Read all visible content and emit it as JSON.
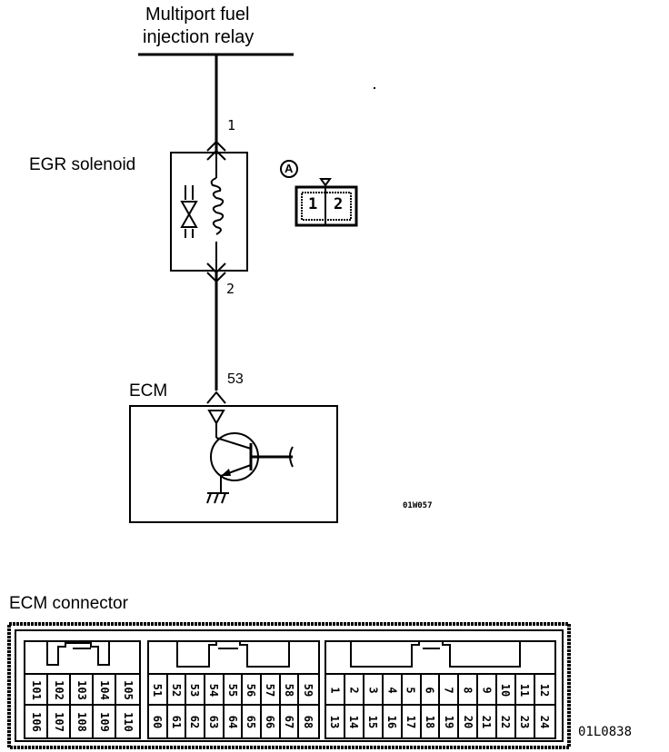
{
  "diagram": {
    "relay_label_line1": "Multiport fuel",
    "relay_label_line2": "injection relay",
    "solenoid_label": "EGR solenoid",
    "solenoid_pin_top": "1",
    "solenoid_pin_bottom": "2",
    "connector_a_marker": "A",
    "connector_a_pins": [
      "1",
      "2"
    ],
    "ecm_label": "ECM",
    "ecm_pin": "53",
    "figure_code": "01W057",
    "ecm_connector_label": "ECM connector",
    "ecm_connector_figure_code": "01L0838",
    "ecm_connector_blocks": [
      {
        "top": [
          "101",
          "102",
          "103",
          "104",
          "105"
        ],
        "bottom": [
          "106",
          "107",
          "108",
          "109",
          "110"
        ]
      },
      {
        "top": [
          "51",
          "52",
          "53",
          "54",
          "55",
          "56",
          "57",
          "58",
          "59"
        ],
        "bottom": [
          "60",
          "61",
          "62",
          "63",
          "64",
          "65",
          "66",
          "67",
          "68"
        ]
      },
      {
        "top": [
          "1",
          "2",
          "3",
          "4",
          "5",
          "6",
          "7",
          "8",
          "9",
          "10",
          "11",
          "12"
        ],
        "bottom": [
          "13",
          "14",
          "15",
          "16",
          "17",
          "18",
          "19",
          "20",
          "21",
          "22",
          "23",
          "24"
        ]
      }
    ]
  }
}
